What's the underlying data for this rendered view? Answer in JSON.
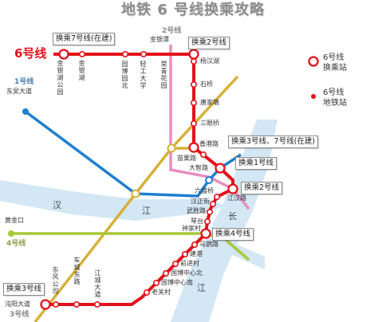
{
  "title": "地铁 6 号线换乘攻略",
  "colors": {
    "line6": "#e3121b",
    "line1": "#1f7fd0",
    "line2": "#e88fc0",
    "line3": "#d6b13a",
    "line4": "#a8c83a",
    "river": "#d3e7f5"
  },
  "line_labels": {
    "line6": "6号线",
    "line1": "1号线",
    "line2": "2号线",
    "line3": "3号线",
    "line4": "4号线"
  },
  "callouts": {
    "c1": "换乘7号线(在建)",
    "c2": "换乘2号线",
    "c3": "换乘3号线、7号线(在建)",
    "c4": "换乘1号线",
    "c5": "换乘2号线",
    "c6": "换乘4号线",
    "c7": "换乘3号线"
  },
  "legend": {
    "transfer_line": "6号线",
    "transfer_label": "换乘站",
    "station_line": "6号线",
    "station_label": "地铁站"
  },
  "stations": {
    "jinyinhu_park": "金银湖公园",
    "jinyinhu": "金银湖",
    "yuanboyuan_n": "园博园北",
    "qinggong": "轻工大学",
    "changqing": "常青花园",
    "yanghanhu": "杨汉湖",
    "shiqiao": "石桥",
    "tangjiadun": "唐家墩",
    "sanyanqiao": "三眼桥",
    "xianggang": "香港路",
    "miaoli": "苗栗路",
    "dazhi": "大智路",
    "jianghan": "江汉路",
    "liuduqiao": "六渡桥",
    "hanzheng": "汉正街",
    "wusheng": "武胜路",
    "qintai": "琴台",
    "zhongjiacun": "钟家村",
    "maying": "马鹦路",
    "jiangang": "建港",
    "qianjincun": "前进村",
    "guobo_n": "国博中心北",
    "guobo_s": "国博中心南",
    "laoguancun": "老关村",
    "jiangcheng": "江城大道",
    "chechengdong": "车城东路",
    "dongfeng": "东风公司",
    "zhuanyang": "沌阳大道"
  },
  "other_stations": {
    "jinyintan": "金银潭",
    "dongwu": "东吴大道",
    "huangjinkou": "黄金口"
  },
  "rivers": {
    "han_1": "汉",
    "han_2": "江",
    "chang_1": "长",
    "chang_2": "江"
  }
}
